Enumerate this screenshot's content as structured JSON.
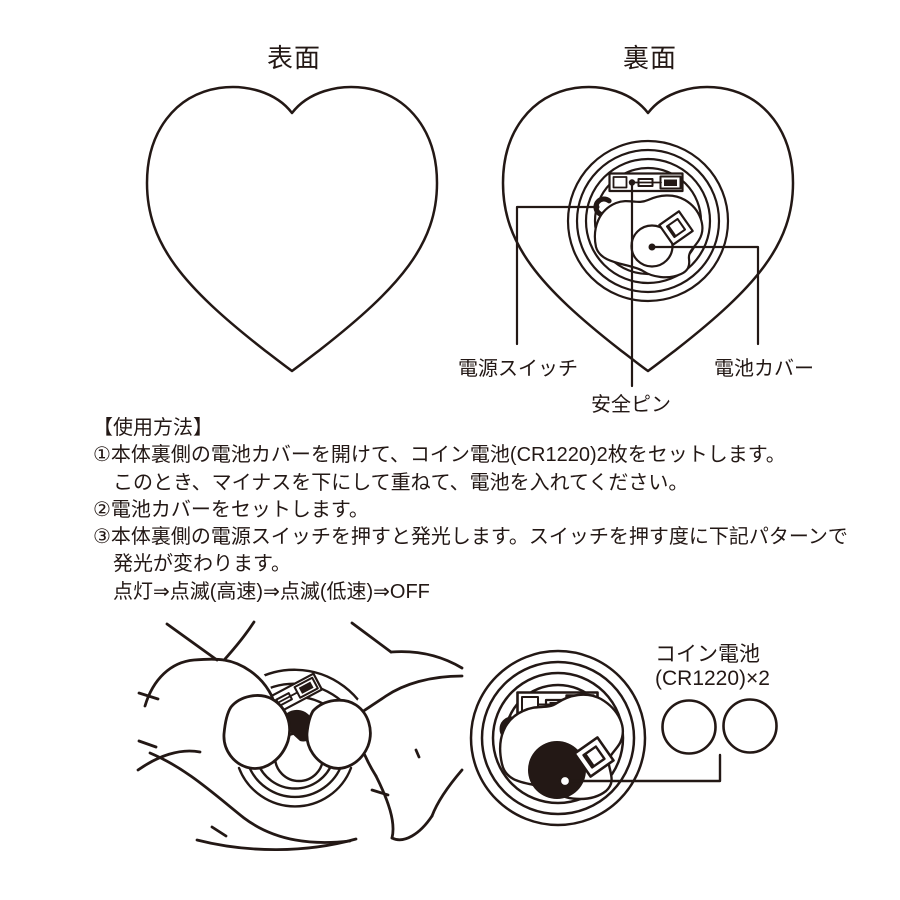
{
  "colors": {
    "ink": "#231815",
    "bg": "#ffffff"
  },
  "front_view": {
    "title": "表面"
  },
  "back_view": {
    "title": "裏面",
    "labels": {
      "power_switch": "電源スイッチ",
      "safety_pin": "安全ピン",
      "battery_cover": "電池カバー"
    }
  },
  "instructions": {
    "heading": "【使用方法】",
    "lines": [
      {
        "text": "①本体裏側の電池カバーを開けて、コイン電池(CR1220)2枚をセットします。"
      },
      {
        "text": "このとき、マイナスを下にして重ねて、電池を入れてください。"
      },
      {
        "text": "②電池カバーをセットします。"
      },
      {
        "text": "③本体裏側の電源スイッチを押すと発光します。スイッチを押す度に下記パターンで"
      },
      {
        "text": "発光が変わります。"
      },
      {
        "text": "点灯⇒点滅(高速)⇒点滅(低速)⇒OFF"
      }
    ]
  },
  "battery_callout": {
    "line1": "コイン電池",
    "line2": "(CR1220)×2"
  }
}
